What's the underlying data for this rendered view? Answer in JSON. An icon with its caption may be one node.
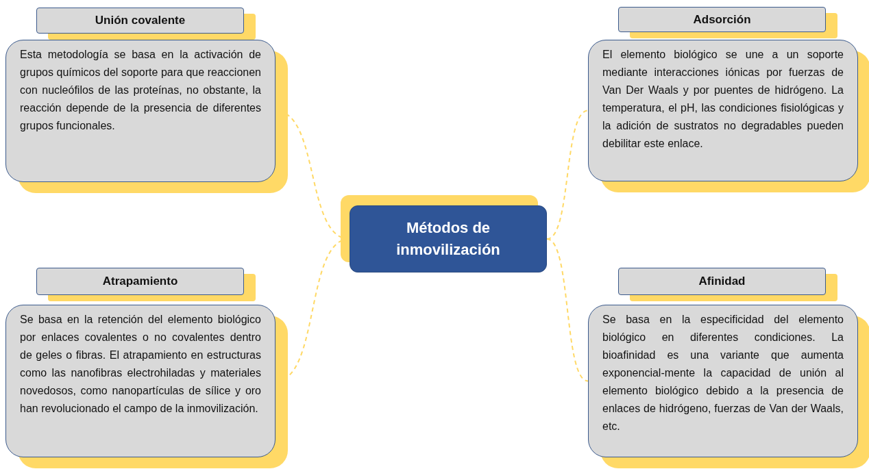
{
  "diagram": {
    "nodes": [
      {
        "text": [
          "Unión covalente"
        ]
      },
      {
        "text": [
          "Esta metodología se basa en la activación de grupos químicos del soporte para que reaccionen con nucleófilos de las proteínas, no obstante, la reacción depende de la presencia de diferentes grupos funcionales."
        ]
      },
      {
        "text": [
          "Adsorción"
        ]
      },
      {
        "text": [
          "El elemento biológico se une a un soporte mediante interacciones iónicas por fuerzas de Van Der Waals y por puentes de hidrógeno. La temperatura, el pH, las condiciones fisiológicas y la adición de sustratos no degradables pueden debilitar este enlace."
        ]
      },
      {
        "text": [
          "Métodos de inmovilización"
        ]
      },
      {
        "text": [
          "Atrapamiento"
        ]
      },
      {
        "text": [
          "Se basa en la retención del elemento biológico por enlaces covalentes o no covalentes dentro de geles o fibras. El atrapamiento en estructuras como las nanofibras electrohiladas y materiales novedosos, como nanopartículas de sílice y oro han revolucionado el campo de la inmovilización."
        ]
      },
      {
        "text": [
          "Afinidad"
        ]
      },
      {
        "text": [
          "Se basa en la especificidad del elemento biológico en diferentes condiciones. La bioafinidad es una variante que aumenta exponencial-mente la capacidad de unión al elemento biológico debido a la presencia de enlaces de hidrógeno, fuerzas de Van der Waals, etc."
        ]
      }
    ],
    "edges": [
      {
        "from": 4,
        "to": 1,
        "arrow": "none",
        "style": "dashed"
      },
      {
        "from": 4,
        "to": 3,
        "arrow": "none",
        "style": "dashed"
      },
      {
        "from": 4,
        "to": 6,
        "arrow": "none",
        "style": "dashed"
      },
      {
        "from": 4,
        "to": 8,
        "arrow": "none",
        "style": "dashed"
      }
    ]
  }
}
